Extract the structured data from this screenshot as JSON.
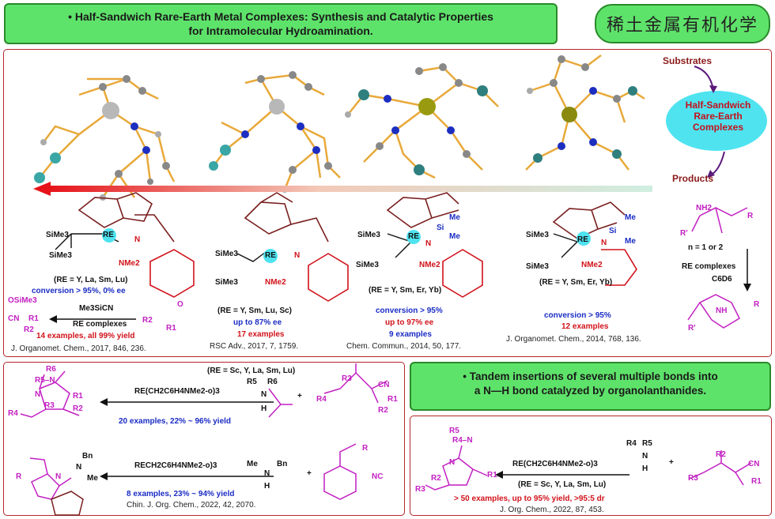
{
  "header": {
    "title_line1": "Half-Sandwich Rare-Earth Metal Complexes: Synthesis and Catalytic Properties",
    "title_line2": "for Intramolecular Hydroamination.",
    "badge": "稀土金属有机化学"
  },
  "cycle": {
    "substrates": "Substrates",
    "center_line1": "Half-Sandwich",
    "center_line2": "Rare-Earth",
    "center_line3": "Complexes",
    "products": "Products"
  },
  "complexes": [
    {
      "re_list": "(RE = Y, La, Sm, Lu)",
      "conversion": "conversion > 95%, 0% ee",
      "ref": "J. Organomet. Chem., 2017, 846, 236."
    },
    {
      "re_list": "(RE = Y, Sm, Lu, Sc)",
      "ee": "up to 87% ee",
      "examples": "17 examples",
      "ref": "RSC Adv., 2017, 7, 1759."
    },
    {
      "re_list": "(RE = Y, Sm, Er, Yb)",
      "conversion": "conversion > 95%",
      "ee": "up to 97% ee",
      "examples": "9 examples",
      "ref": "Chem. Commun., 2014, 50, 177."
    },
    {
      "re_list": "(RE = Y, Sm, Er, Yb)",
      "conversion": "conversion > 95%",
      "examples": "12 examples",
      "ref": "J. Organomet. Chem., 2014, 768, 136."
    }
  ],
  "labels": {
    "sime3": "SiMe3",
    "nme2": "NMe2",
    "re": "RE",
    "n": "N",
    "si": "Si",
    "me": "Me",
    "n_eq": "n = 1 or 2",
    "re_complexes": "RE complexes",
    "c6d6": "C6D6",
    "nh2": "NH2",
    "r_prime": "R'",
    "r": "R",
    "nh": "NH",
    "n_sub": "n"
  },
  "cyanosilylation": {
    "reagent": "Me3SiCN",
    "catalyst": "RE complexes",
    "result": "14 examples, all 99% yield",
    "product": "OSiMe3",
    "cn": "CN",
    "r1": "R1",
    "r2": "R2",
    "o": "O"
  },
  "tandem": {
    "title_line1": "Tandem insertions of several multiple bonds into",
    "title_line2": "a N—H bond catalyzed by organolanthanides."
  },
  "reaction_a": {
    "re_list": "(RE = Sc, Y, La, Sm, Lu)",
    "catalyst": "RE(CH2C6H4NMe2-o)3",
    "result": "20 examples, 22% ~ 96% yield",
    "r1": "R1",
    "r2": "R2",
    "r3": "R3",
    "r4": "R4",
    "r5": "R5",
    "r6": "R6",
    "cn": "CN",
    "n": "N",
    "h": "H"
  },
  "reaction_b": {
    "catalyst": "RECH2C6H4NMe2-o)3",
    "result": "8 examples, 23% ~ 94% yield",
    "ref": "Chin. J. Org. Chem., 2022, 42, 2070.",
    "bn": "Bn",
    "me": "Me",
    "n": "N",
    "h": "H",
    "nc": "NC",
    "r": "R"
  },
  "reaction_c": {
    "re_list": "(RE = Sc, Y, La, Sm, Lu)",
    "catalyst": "RE(CH2C6H4NMe2-o)3",
    "result": "> 50 examples, up to 95% yield, >95:5 dr",
    "ref": "J. Org. Chem., 2022, 87, 453.",
    "r1": "R1",
    "r2": "R2",
    "r3": "R3",
    "r4": "R4",
    "r5": "R5",
    "cn": "CN",
    "n": "N",
    "h": "H"
  },
  "colors": {
    "green": "#5ee36a",
    "frame": "#b3262b",
    "blue_text": "#1a2cc4",
    "red_text": "#d1121a",
    "magenta": "#c21fc2",
    "cyan": "#4fe3f0"
  }
}
